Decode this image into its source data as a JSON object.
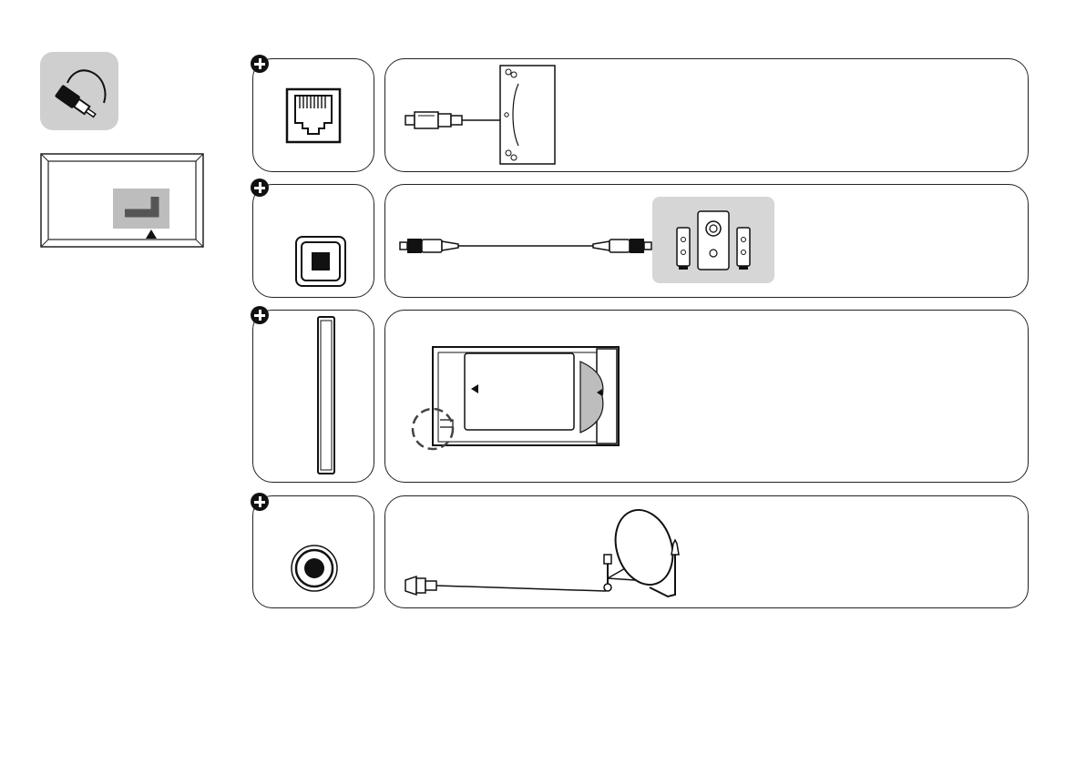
{
  "page": {
    "background": "#ffffff",
    "line_color": "#222222",
    "panel_gray": "#d6d6d6",
    "icon_gray": "#cfcfcf"
  },
  "sidebar": {
    "connection_icon": "cable-plug-icon",
    "tv_rear_icon": "tv-rear-panel-icon",
    "indicator": "triangle-up-icon"
  },
  "rows": [
    {
      "id": "lan",
      "port_icon": "ethernet-port-icon",
      "device_icon": "router-wall-socket-icon",
      "cable_icon": "ethernet-cable-icon"
    },
    {
      "id": "optical",
      "port_icon": "optical-port-icon",
      "device_icon": "speaker-system-icon",
      "cable_icon": "optical-cable-icon"
    },
    {
      "id": "ci",
      "port_icon": "ci-slot-icon",
      "device_icon": "ci-module-card-icon",
      "cable_icon": ""
    },
    {
      "id": "satellite",
      "port_icon": "satellite-port-icon",
      "device_icon": "satellite-dish-icon",
      "cable_icon": "coax-cable-icon"
    }
  ]
}
